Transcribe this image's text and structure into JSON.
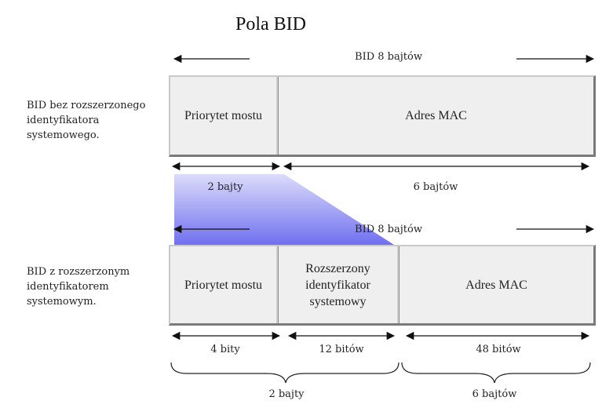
{
  "title": "Pola BID",
  "top_row": {
    "total_label": "BID 8 bajtów",
    "side_label": [
      "BID bez rozszerzonego",
      "identyfikatora",
      "systemowego."
    ],
    "cells": [
      "Priorytet mostu",
      "Adres MAC"
    ],
    "size_labels": [
      "2 bajty",
      "6 bajtów"
    ]
  },
  "bottom_row": {
    "total_label": "BID 8 bajtów",
    "side_label": [
      "BID z rozszerzonym",
      "identyfikatorem",
      "systemowym."
    ],
    "cells": [
      "Priorytet mostu",
      "Rozszerzony identyfikator systemowy",
      "Adres MAC"
    ],
    "size_labels": [
      "4 bity",
      "12 bitów",
      "48 bitów"
    ],
    "brace_labels": [
      "2 bajty",
      "6 bajtów"
    ]
  },
  "colors": {
    "accent": "#7070f0",
    "box_fill": "#efefef"
  }
}
